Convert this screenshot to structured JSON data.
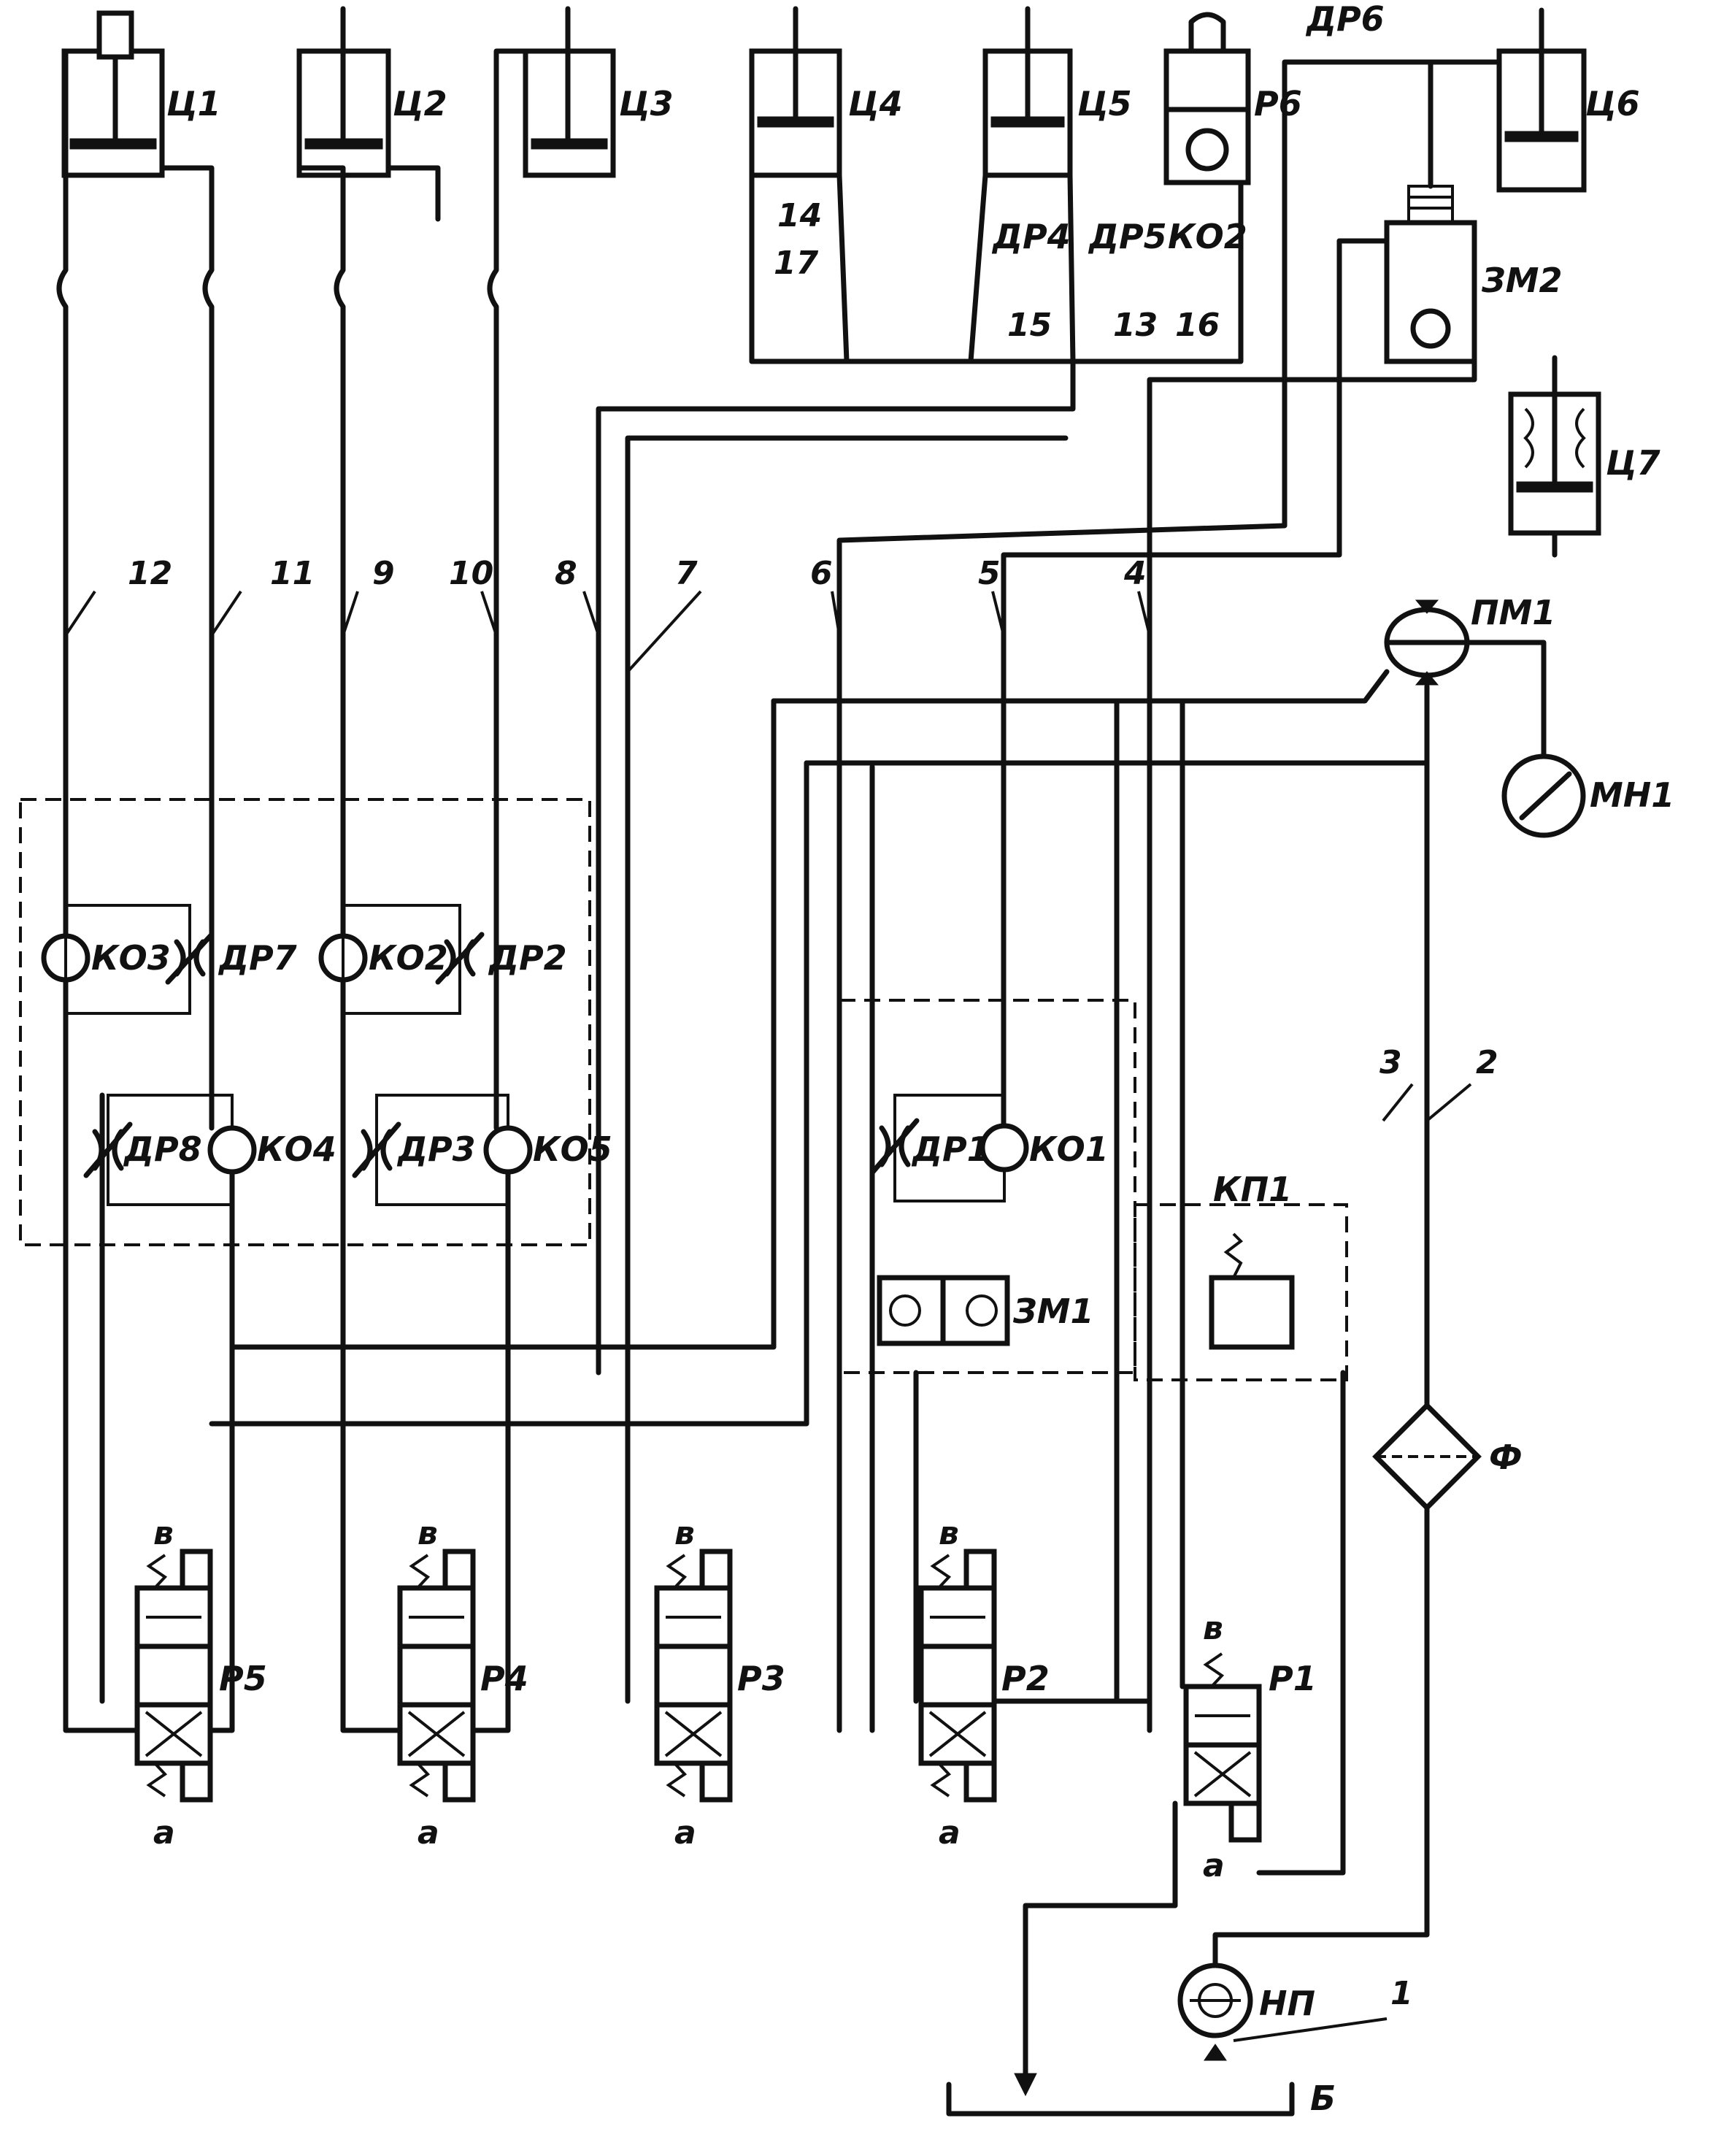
{
  "labels": {
    "c1": "Ц1",
    "c2": "Ц2",
    "c3": "Ц3",
    "c4": "Ц4",
    "c5": "Ц5",
    "c6": "Ц6",
    "c7": "Ц7",
    "r6": "Р6",
    "dr6": "ДР6",
    "zm2": "ЗМ2",
    "dr4": "ДР4",
    "dr5": "ДР5",
    "ko2_top": "КО2",
    "pm1": "ПМ1",
    "mn1": "МН1",
    "ko3": "КО3",
    "dr7": "ДР7",
    "ko2": "КО2",
    "dr2": "ДР2",
    "dr8": "ДР8",
    "ko4": "КО4",
    "dr3": "ДР3",
    "ko5": "КО5",
    "dr1": "ДР1",
    "ko1": "КО1",
    "zm1": "ЗМ1",
    "kp1": "КП1",
    "f": "Ф",
    "np": "НП",
    "b": "Б",
    "r1": "Р1",
    "r2": "Р2",
    "r3": "Р3",
    "r4": "Р4",
    "r5": "Р5"
  },
  "line_numbers": {
    "n1": "1",
    "n2": "2",
    "n3": "3",
    "n4": "4",
    "n5": "5",
    "n6": "6",
    "n7": "7",
    "n8": "8",
    "n9": "9",
    "n10": "10",
    "n11": "11",
    "n12": "12",
    "n13": "13",
    "n14": "14",
    "n15": "15",
    "n16": "16",
    "n17": "17"
  },
  "positions": {
    "a": "а",
    "v": "в"
  }
}
